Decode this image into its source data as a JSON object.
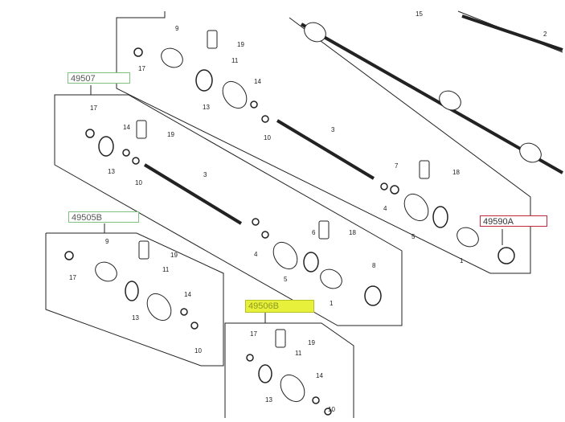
{
  "groups": [
    {
      "code": "49507",
      "style": "green"
    },
    {
      "code": "49505B",
      "style": "green"
    },
    {
      "code": "49506B",
      "style": "yellow"
    },
    {
      "code": "49590A",
      "style": "red"
    }
  ],
  "part_numbers": {
    "top": [
      "9",
      "19",
      "17",
      "11",
      "14",
      "13",
      "10",
      "3",
      "7",
      "18",
      "4",
      "5",
      "1",
      "15",
      "2"
    ],
    "p49507": [
      "17",
      "14",
      "19",
      "13",
      "10",
      "3",
      "4",
      "6",
      "18",
      "5",
      "8",
      "1"
    ],
    "p49505B": [
      "9",
      "19",
      "17",
      "11",
      "14",
      "13",
      "10"
    ],
    "p49506B": [
      "17",
      "19",
      "11",
      "14",
      "13",
      "10"
    ]
  },
  "colors": {
    "highlight": "#e7f03a",
    "selected_border": "#c0283c",
    "group_border": "#7fbf7f"
  }
}
